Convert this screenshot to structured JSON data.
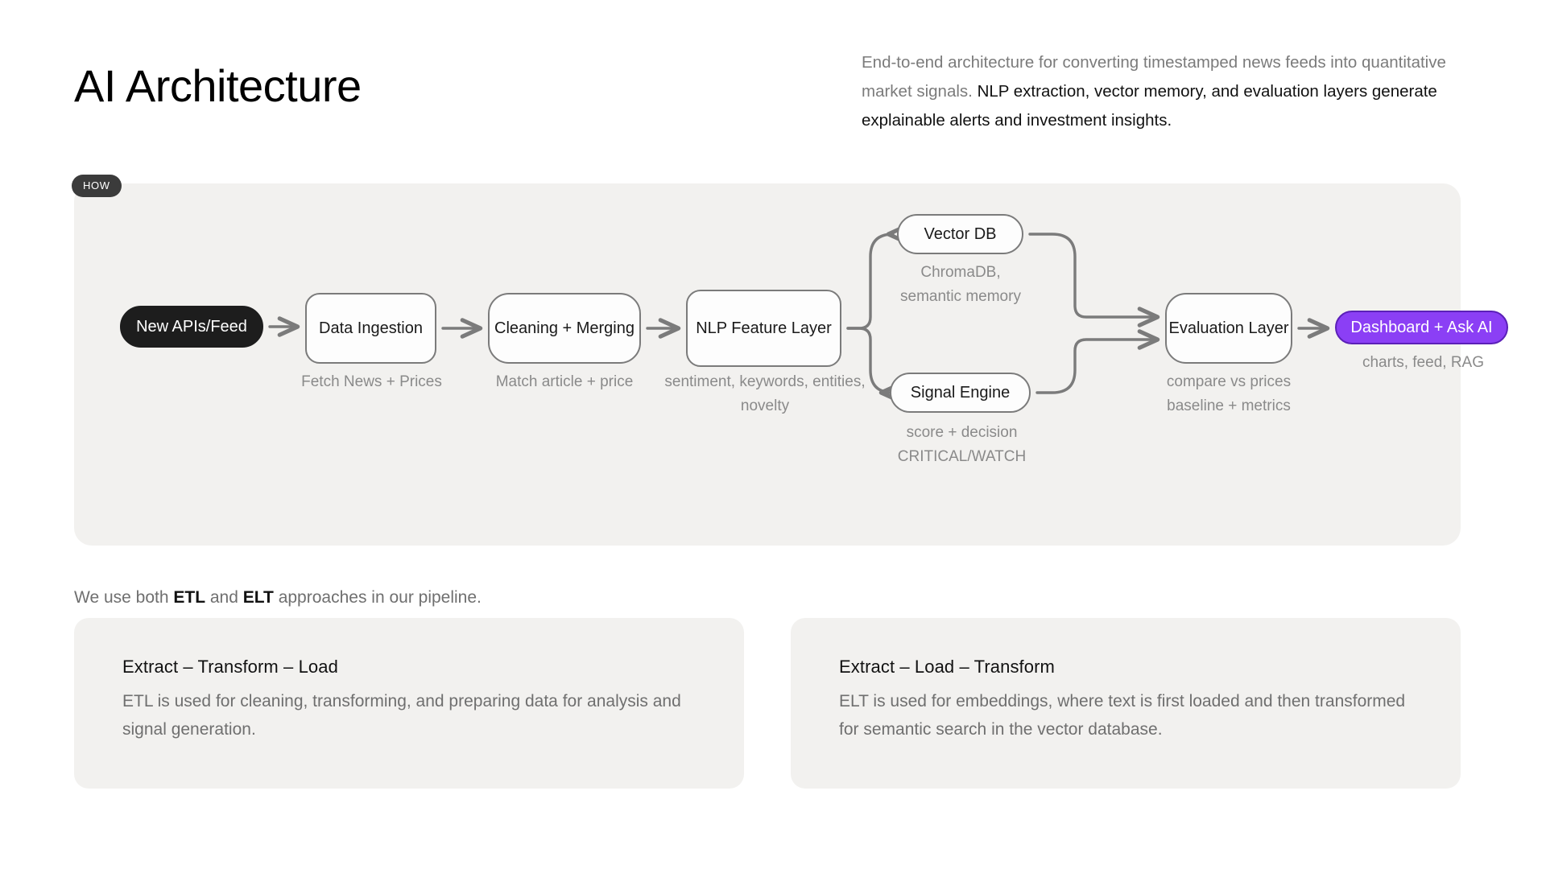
{
  "header": {
    "title": "AI Architecture",
    "intro_muted": "End-to-end architecture for converting timestamped news feeds into quantitative market signals. ",
    "intro_strong": "NLP extraction, vector memory, and evaluation layers generate explainable alerts and investment insights."
  },
  "panel": {
    "badge": "HOW",
    "background": "#f2f1ef"
  },
  "flow": {
    "nodes": [
      {
        "id": "source",
        "label": "New APIs/Feed",
        "caption": "",
        "style": "dark"
      },
      {
        "id": "ingest",
        "label": "Data Ingestion",
        "caption": "Fetch News + Prices",
        "style": "box"
      },
      {
        "id": "clean",
        "label": "Cleaning + Merging",
        "caption": "Match article + price",
        "style": "soft"
      },
      {
        "id": "nlp",
        "label": "NLP Feature Layer",
        "caption": "sentiment, keywords, entities, novelty",
        "style": "box"
      },
      {
        "id": "vector",
        "label": "Vector DB",
        "caption": "ChromaDB, semantic memory",
        "style": "pill"
      },
      {
        "id": "signal",
        "label": "Signal Engine",
        "caption": "score + decision CRITICAL/WATCH",
        "style": "pill"
      },
      {
        "id": "eval",
        "label": "Evaluation Layer",
        "caption": "compare vs prices baseline + metrics",
        "style": "soft"
      },
      {
        "id": "dash",
        "label": "Dashboard + Ask AI",
        "caption": "charts, feed, RAG",
        "style": "purple"
      }
    ],
    "colors": {
      "connector": "#7b7b7b",
      "node_border": "#7b7b7b",
      "node_fill": "#fdfdfd",
      "dark_fill": "#1d1d1d",
      "accent_purple": "#8b3ff5",
      "accent_purple_border": "#5b20b8",
      "caption": "#8a8a8a"
    }
  },
  "etl_note": {
    "prefix": "We use both ",
    "term_a": "ETL",
    "middle": " and ",
    "term_b": "ELT",
    "suffix": " approaches in our pipeline."
  },
  "cards": [
    {
      "title": "Extract – Transform – Load",
      "body": "ETL is used for cleaning, transforming, and preparing data for analysis and signal generation."
    },
    {
      "title": "Extract  – Load – Transform",
      "body": "ELT is used for embeddings, where text is first loaded and then transformed for semantic search in the vector database."
    }
  ]
}
